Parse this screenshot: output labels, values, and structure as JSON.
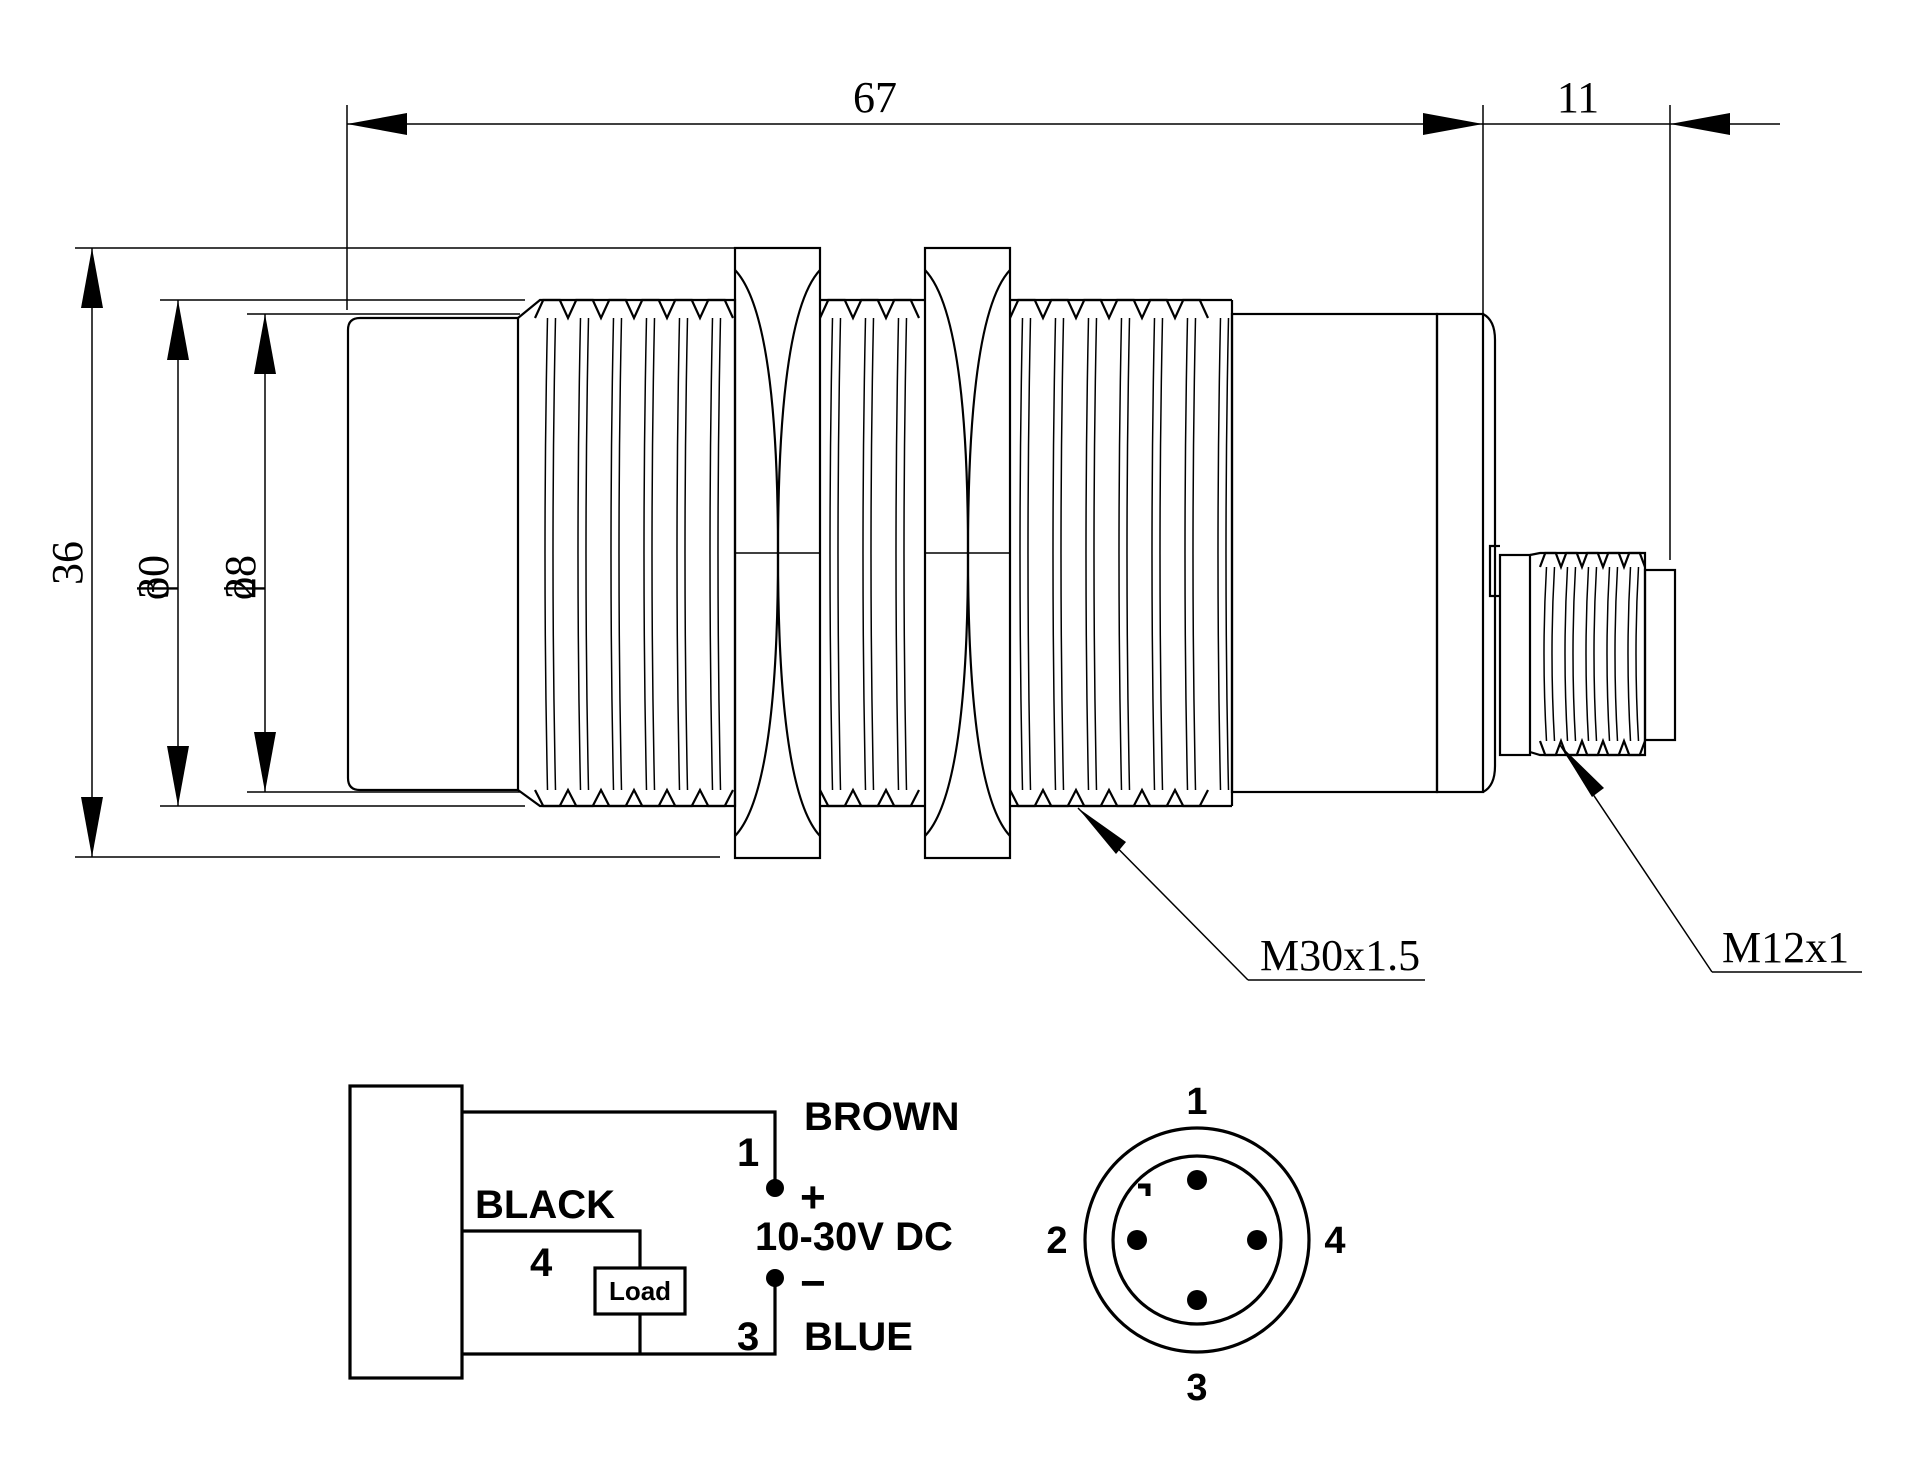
{
  "dimensions": {
    "overall_length": "67",
    "connector_length": "11",
    "height": "36",
    "diameter_outer": "30",
    "diameter_inner": "28",
    "diameter_symbol": "ϕ"
  },
  "thread_labels": {
    "body_thread": "M30x1.5",
    "connector_thread": "M12x1"
  },
  "wiring": {
    "brown_label": "BROWN",
    "black_label": "BLACK",
    "blue_label": "BLUE",
    "pin_brown": "1",
    "pin_black": "4",
    "pin_blue": "3",
    "plus": "+",
    "minus": "−",
    "supply": "10-30V DC",
    "load": "Load"
  },
  "connector_face": {
    "pin_top": "1",
    "pin_left": "2",
    "pin_right": "4",
    "pin_bottom": "3"
  }
}
